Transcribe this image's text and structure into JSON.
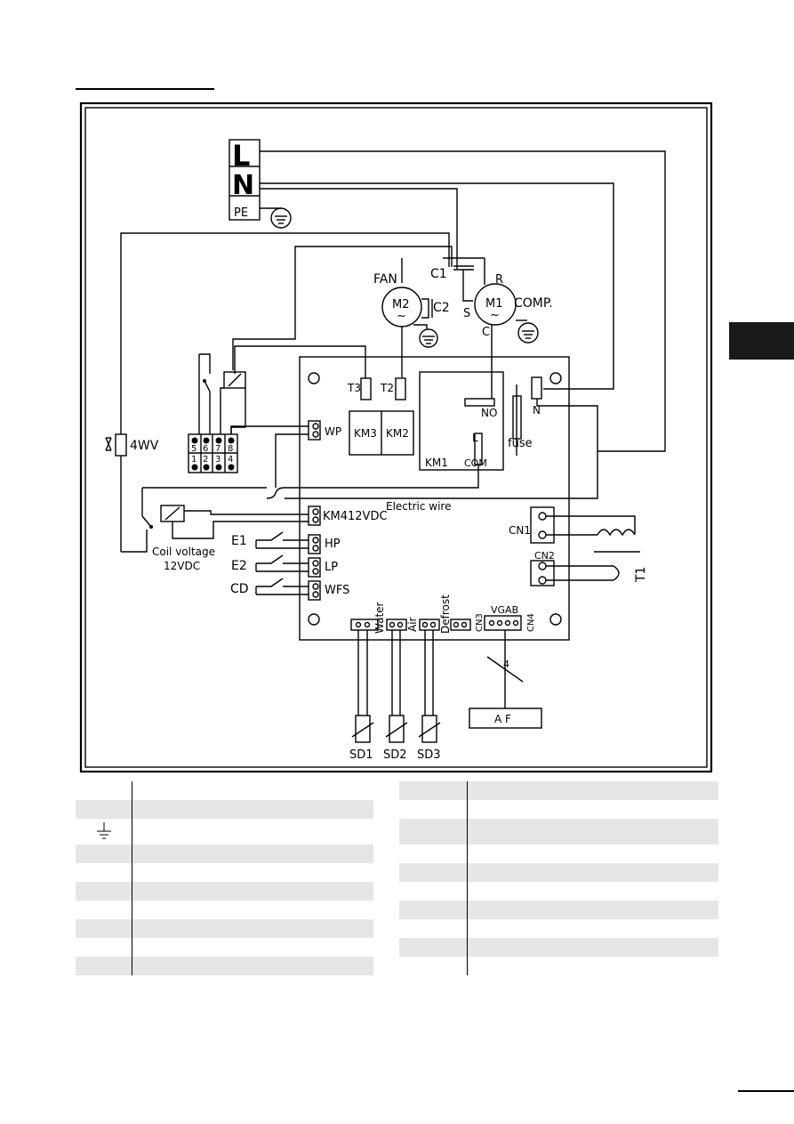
{
  "diagram": {
    "power_terminals": [
      "L",
      "N",
      "PE"
    ],
    "fan": "FAN",
    "comp": "COMP.",
    "motors": [
      "M2",
      "M1"
    ],
    "capacitors": [
      "C1",
      "C2"
    ],
    "motor_pins": [
      "R",
      "S",
      "C"
    ],
    "wave": "~",
    "four_way_valve": "4WV",
    "sensor_terminals": [
      "T3",
      "T2"
    ],
    "contactors": [
      "KM3",
      "KM2"
    ],
    "km1_contacts": [
      "NO",
      "L",
      "N",
      "KM1",
      "COM"
    ],
    "fuse": "fuse",
    "wp": "WP",
    "terminal_numbers": [
      "5",
      "6",
      "7",
      "8",
      "1",
      "2",
      "3",
      "4"
    ],
    "electric_wire": "Electric wire",
    "km4": "KM412VDC",
    "coil_voltage": "Coil voltage",
    "coil_voltage_value": "12VDC",
    "switch_inputs": [
      "E1",
      "E2",
      "CD"
    ],
    "switch_terminals": [
      "HP",
      "LP",
      "WFS"
    ],
    "connectors": [
      "CN1",
      "CN2",
      "T1",
      "VGAB",
      "CN3",
      "CN4"
    ],
    "probe_labels": [
      "Water",
      "Air",
      "Defrost"
    ],
    "cable_count": "4",
    "af": "A F",
    "sensors": [
      "SD1",
      "SD2",
      "SD3"
    ]
  },
  "legend": {
    "left_rows": 10,
    "right_rows": 10
  }
}
